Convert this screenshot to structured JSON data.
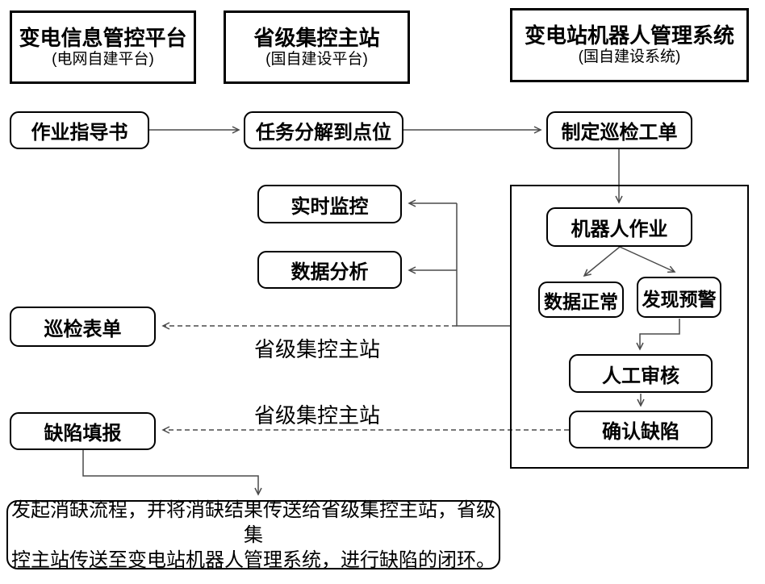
{
  "diagram": {
    "headers": [
      {
        "title": "变电信息管控平台",
        "subtitle": "(电网自建平台)"
      },
      {
        "title": "省级集控主站",
        "subtitle": "(国自建设平台)"
      },
      {
        "title": "变电站机器人管理系统",
        "subtitle": "(国自建设系统)"
      }
    ],
    "nodes": {
      "work_guide": {
        "label": "作业指导书"
      },
      "task_decompose": {
        "label": "任务分解到点位"
      },
      "create_order": {
        "label": "制定巡检工单"
      },
      "realtime_monitor": {
        "label": "实时监控"
      },
      "data_analysis": {
        "label": "数据分析"
      },
      "inspection_form": {
        "label": "巡检表单"
      },
      "defect_report": {
        "label": "缺陷填报"
      },
      "robot_work": {
        "label": "机器人作业"
      },
      "data_normal": {
        "label": "数据正常"
      },
      "warning_found": {
        "label": "发现预警"
      },
      "manual_review": {
        "label": "人工审核"
      },
      "confirm_defect": {
        "label": "确认缺陷"
      }
    },
    "edge_labels": {
      "to_inspection_form": "省级集控主站",
      "to_defect_report": "省级集控主站"
    },
    "bottom_note": {
      "lines": [
        "发起消缺流程，并将消缺结果传送给省级集控主站，省级集",
        "控主站传送至变电站机器人管理系统，进行缺陷的闭环。"
      ]
    },
    "colors": {
      "box_border": "#000000",
      "connector": "#4a4a4a",
      "background": "#ffffff"
    }
  }
}
